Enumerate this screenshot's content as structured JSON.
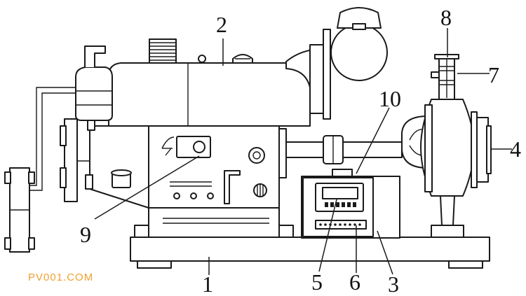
{
  "watermark": "PV001.COM",
  "colors": {
    "line": "#1a1a1a",
    "background": "#ffffff",
    "watermark": "#f0a030"
  },
  "labels": {
    "base": "1",
    "engine": "2",
    "control_box": "3",
    "pump_outlet": "4",
    "display_screen": "5",
    "button_strip": "6",
    "clamp_ring": "7",
    "inlet_pipe": "8",
    "side_panel": "9",
    "box_top": "10"
  }
}
